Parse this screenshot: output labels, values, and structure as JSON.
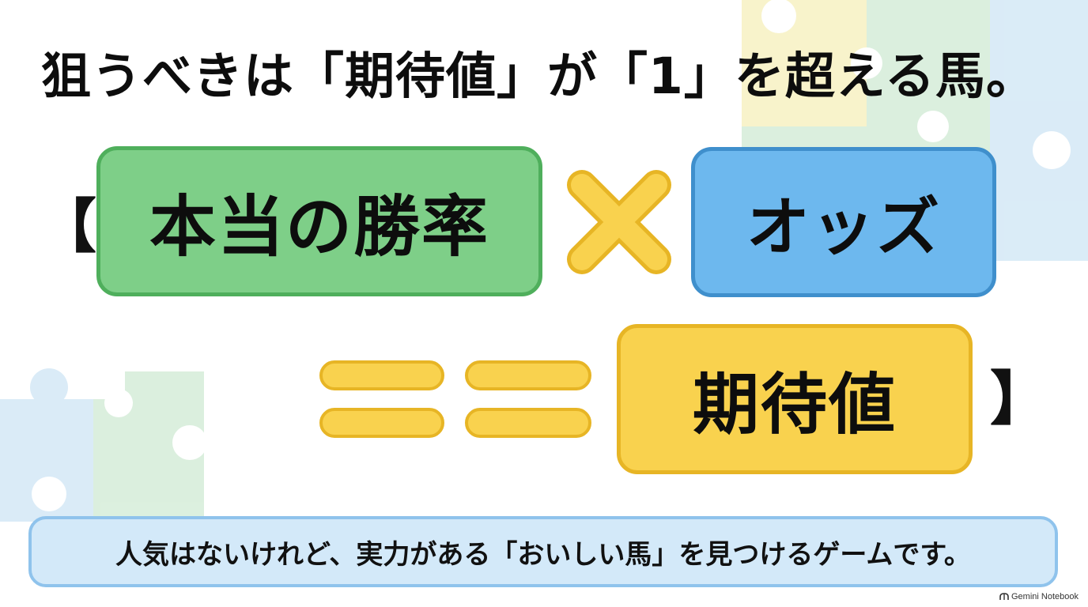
{
  "headline": "狙うべきは「期待値」が「1」を超える馬。",
  "formula": {
    "open_bracket": "【",
    "term1": "本当の勝率",
    "operator_icon": "multiply-icon",
    "term2": "オッズ",
    "equals_icon": "equals-icon",
    "result": "期待値",
    "close_bracket": "】"
  },
  "footer": "人気はないけれど、実力がある「おいしい馬」を見つけるゲームです。",
  "watermark": {
    "icon": "gemini-notebook-icon",
    "text": "Gemini Notebook"
  },
  "colors": {
    "green_fill": "#7ecf88",
    "green_border": "#4faf5c",
    "blue_fill": "#6db8ee",
    "blue_border": "#3f8fcc",
    "yellow_fill": "#f9d24e",
    "yellow_border": "#e7b525",
    "footer_fill": "#d3e9f9",
    "footer_border": "#8fc3ec"
  }
}
